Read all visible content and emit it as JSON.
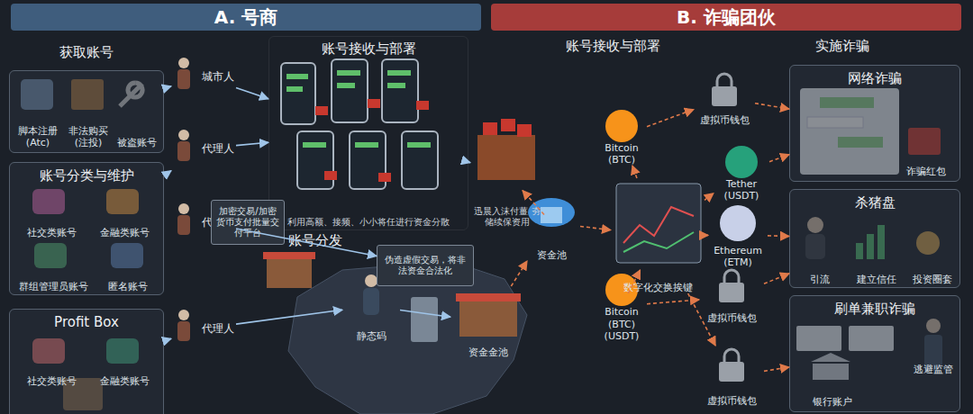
{
  "diagram": {
    "nodes": [
      {
        "text": [
          "A. 号商"
        ]
      },
      {
        "text": [
          "B. 诈骗团伙"
        ]
      },
      {
        "text": [
          "获取账号"
        ]
      },
      {
        "text": [
          "脚本注册 (Atc)"
        ],
        "in": 2
      },
      {
        "text": [
          "非法购买 (注投)"
        ],
        "in": 2
      },
      {
        "text": [
          "被盗账号"
        ],
        "in": 2
      },
      {
        "text": [
          "账号分类与维护"
        ]
      },
      {
        "text": [
          "社交类账号"
        ],
        "in": 6
      },
      {
        "text": [
          "金融类账号"
        ],
        "in": 6
      },
      {
        "text": [
          "群组管理员账号"
        ],
        "in": 6
      },
      {
        "text": [
          "匿名账号"
        ],
        "in": 6
      },
      {
        "text": [
          "Profit Box"
        ]
      },
      {
        "text": [
          "社交类账号"
        ],
        "in": 11
      },
      {
        "text": [
          "金融类账号"
        ],
        "in": 11
      },
      {
        "text": [
          "城市人"
        ]
      },
      {
        "text": [
          "代理人"
        ]
      },
      {
        "text": [
          "代理人"
        ]
      },
      {
        "text": [
          "代理人"
        ]
      },
      {
        "text": [
          "账号接收与部署",
          "利用高额、接频、小小将任进行资金分散"
        ]
      },
      {
        "text": [
          "迅晨入沫付薑 夯储续保资用"
        ]
      },
      {
        "text": [
          "加密交易/加密货币支付批量交付平台"
        ]
      },
      {
        "text": [
          "伪造虚假交易，将非法资金合法化"
        ]
      },
      {
        "text": [
          "静态码"
        ]
      },
      {
        "text": [
          "资金金池"
        ]
      },
      {
        "text": [
          "资金池"
        ]
      },
      {
        "text": [
          "数字化交换挨键"
        ]
      },
      {
        "text": [
          "Bitcoin (BTC)"
        ]
      },
      {
        "text": [
          "虚拟币钱包"
        ]
      },
      {
        "text": [
          "Tether (USDT)"
        ]
      },
      {
        "text": [
          "Ethereum (ETM)"
        ]
      },
      {
        "text": [
          "Bitcoin (BTC) (USDT)"
        ]
      },
      {
        "text": [
          "虚拟币钱包"
        ]
      },
      {
        "text": [
          "虚拟币钱包"
        ]
      },
      {
        "text": [
          "网络诈骗"
        ]
      },
      {
        "text": [
          "诈骗红包"
        ],
        "in": 33
      },
      {
        "text": [
          "杀猪盘"
        ]
      },
      {
        "text": [
          "引流"
        ],
        "in": 35
      },
      {
        "text": [
          "建立信任"
        ],
        "in": 35
      },
      {
        "text": [
          "投资圈套"
        ],
        "in": 35
      },
      {
        "text": [
          "刷单兼职诈骗"
        ]
      },
      {
        "text": [
          "银行账户"
        ],
        "in": 39
      },
      {
        "text": [
          "逃避监管"
        ],
        "in": 39
      }
    ],
    "edges": [
      {
        "from": 14,
        "to": 18,
        "arrow": "to"
      },
      {
        "from": 15,
        "to": 18,
        "arrow": "to"
      },
      {
        "from": 16,
        "to": 21,
        "arrow": "to"
      },
      {
        "from": 17,
        "to": 22,
        "arrow": "to"
      },
      {
        "from": 18,
        "to": 19,
        "arrow": "to"
      },
      {
        "from": 19,
        "to": 24,
        "arrow": "to"
      },
      {
        "from": 22,
        "to": 23,
        "arrow": "to"
      },
      {
        "from": 23,
        "to": 24,
        "arrow": "to"
      },
      {
        "from": 24,
        "to": 25,
        "arrow": "to"
      },
      {
        "from": 25,
        "to": 26,
        "arrow": "to"
      },
      {
        "from": 26,
        "to": 27,
        "arrow": "to"
      },
      {
        "from": 25,
        "to": 28,
        "arrow": "to"
      },
      {
        "from": 25,
        "to": 29,
        "arrow": "to"
      },
      {
        "from": 25,
        "to": 30,
        "arrow": "to"
      },
      {
        "from": 30,
        "to": 31,
        "arrow": "to"
      },
      {
        "from": 25,
        "to": 32,
        "arrow": "to"
      },
      {
        "from": 27,
        "to": 33,
        "arrow": "to"
      },
      {
        "from": 28,
        "to": 33,
        "arrow": "to"
      },
      {
        "from": 29,
        "to": 35,
        "arrow": "to"
      },
      {
        "from": 31,
        "to": 35,
        "arrow": "to"
      },
      {
        "from": 32,
        "to": 39,
        "arrow": "to"
      },
      {
        "from": 2,
        "to": 14,
        "arrow": "to"
      },
      {
        "from": 6,
        "to": 15,
        "arrow": "to"
      },
      {
        "from": 11,
        "to": 17,
        "arrow": "to"
      }
    ],
    "labels": [
      "账号分发",
      "账号接收与部署",
      "实施诈骗"
    ]
  }
}
